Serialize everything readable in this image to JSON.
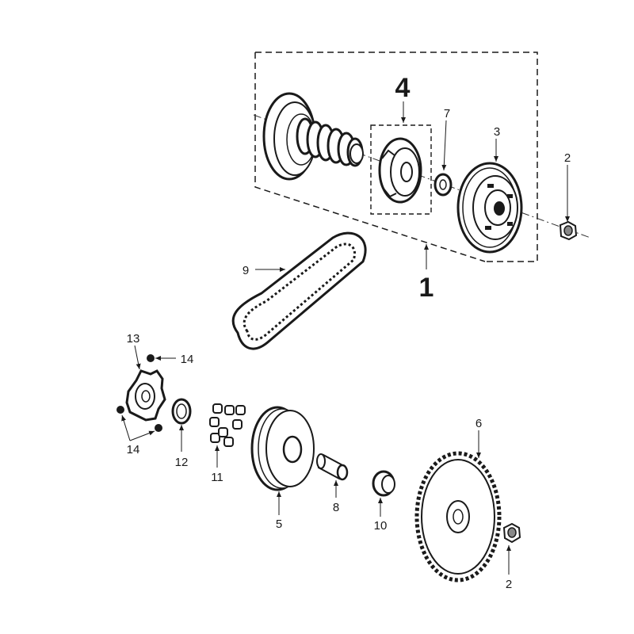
{
  "callouts": {
    "assembly_1": "1",
    "sub_assembly_4": "4",
    "nut_2_top": "2",
    "clutch_3": "3",
    "washer_7": "7",
    "belt_9": "9",
    "ramp_plate_13": "13",
    "slider_14_top": "14",
    "slider_14_bottom": "14",
    "washer_12": "12",
    "rollers_11": "11",
    "variator_5": "5",
    "bushing_8": "8",
    "spacer_10": "10",
    "drive_pulley_6": "6",
    "nut_2_bottom": "2"
  }
}
